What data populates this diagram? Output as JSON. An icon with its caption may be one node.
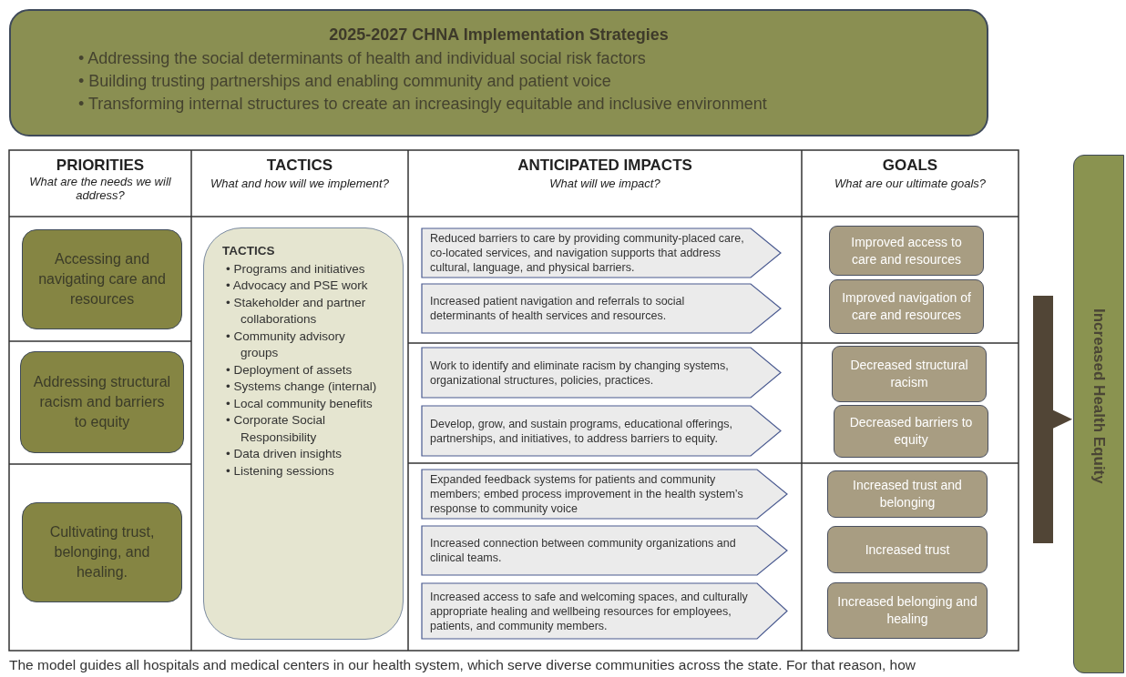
{
  "diagram": {
    "nodes": [
      {
        "text": [
          "2025-2027 CHNA Implementation Strategies",
          "• Addressing the social determinants of health and individual social risk factors",
          "• Building trusting partnerships and enabling community and patient voice",
          "• Transforming internal structures to create an increasingly equitable and inclusive environment"
        ]
      },
      {
        "text": [
          "Accessing and navigating care and resources"
        ]
      },
      {
        "text": [
          "Addressing structural racism and barriers to equity"
        ]
      },
      {
        "text": [
          "Cultivating trust, belonging, and healing."
        ]
      },
      {
        "text": [
          "TACTICS",
          "• Programs and initiatives",
          "• Advocacy and PSE work",
          "• Stakeholder and partner collaborations",
          "• Community advisory groups",
          "• Deployment of assets",
          "• Systems change (internal)",
          "• Local community benefits",
          "• Corporate Social Responsibility",
          "• Data driven insights",
          "• Listening sessions"
        ]
      },
      {
        "text": [
          "Reduced barriers to care by providing community-placed care, co-located services, and navigation supports that address cultural, language, and physical barriers."
        ]
      },
      {
        "text": [
          "Increased patient navigation and referrals to social determinants of health services and resources."
        ]
      },
      {
        "text": [
          "Work to identify and eliminate racism by changing systems, organizational structures, policies, practices."
        ]
      },
      {
        "text": [
          "Develop, grow, and sustain programs, educational offerings, partnerships, and initiatives, to address barriers to equity."
        ]
      },
      {
        "text": [
          "Expanded feedback systems for patients and community members; embed process improvement in the health system’s response to community voice"
        ]
      },
      {
        "text": [
          "Increased connection between community organizations and clinical teams."
        ]
      },
      {
        "text": [
          "Increased access to safe and welcoming spaces, and culturally appropriate healing and wellbeing resources for employees, patients, and community members."
        ]
      },
      {
        "text": [
          "Improved access to care and resources"
        ]
      },
      {
        "text": [
          "Improved navigation of care and resources"
        ]
      },
      {
        "text": [
          "Decreased structural racism"
        ]
      },
      {
        "text": [
          "Decreased barriers to equity"
        ]
      },
      {
        "text": [
          "Increased trust and belonging"
        ]
      },
      {
        "text": [
          "Increased trust"
        ]
      },
      {
        "text": [
          "Increased belonging and healing"
        ]
      },
      {
        "text": [
          "Increased Health Equity"
        ]
      }
    ],
    "edges": [
      {
        "from": null,
        "to": 19,
        "arrow": "to"
      }
    ],
    "labels": [
      "PRIORITIES",
      "What are the needs we will address?",
      "TACTICS",
      "What and how will we implement?",
      "ANTICIPATED IMPACTS",
      "What will we impact?",
      "GOALS",
      "What are our ultimate goals?",
      "The model guides all hospitals and medical centers in our health system, which serve diverse communities across the state. For that reason, how"
    ]
  }
}
